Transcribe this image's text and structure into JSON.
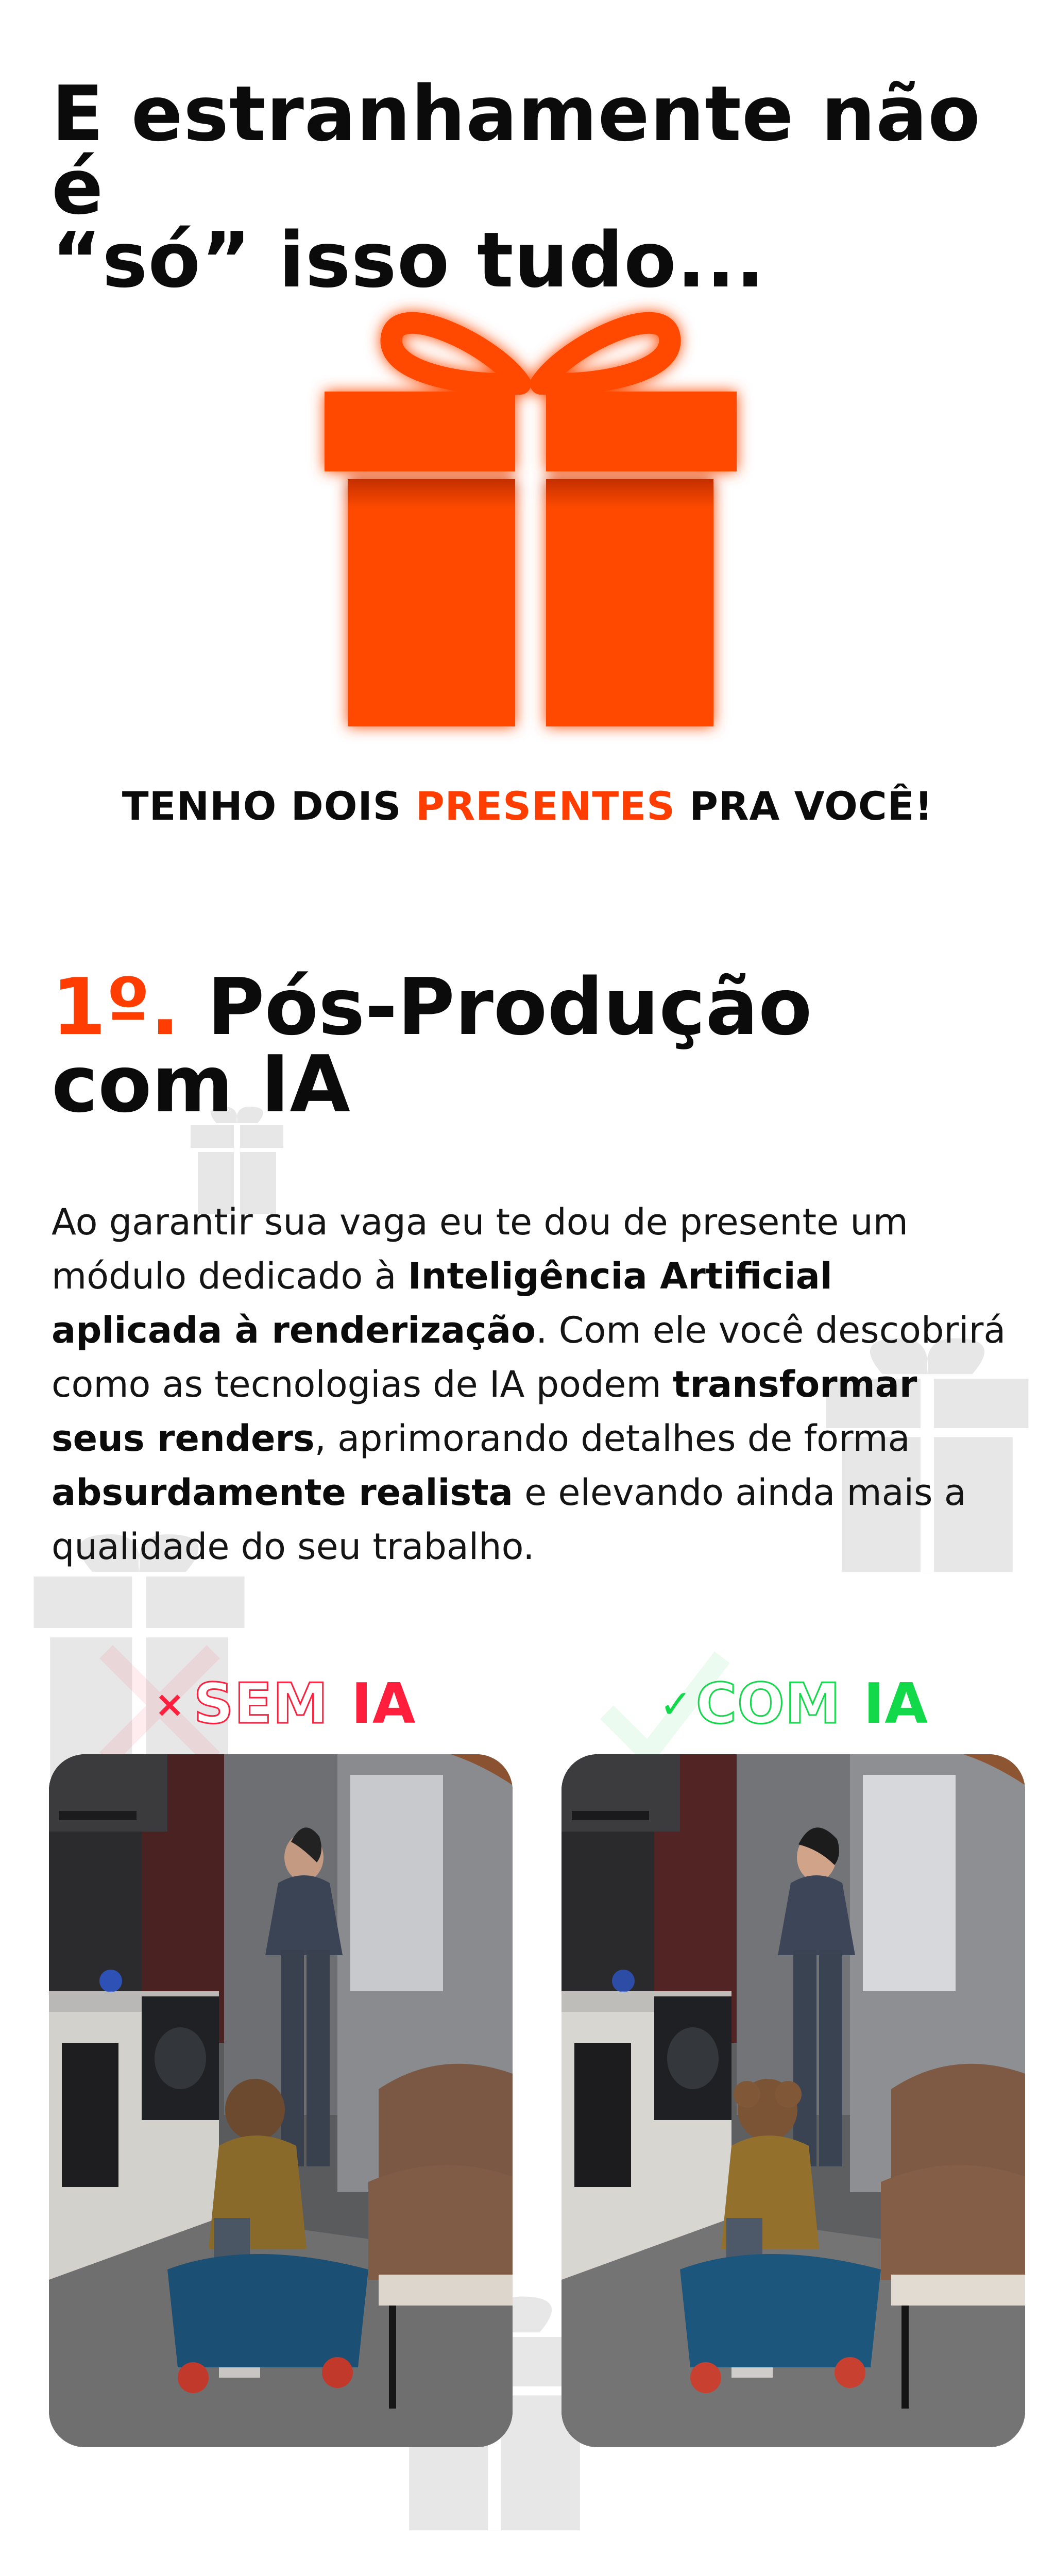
{
  "hero": {
    "title_line1": "E estranhamente não é",
    "title_line2": "“só” isso tudo..."
  },
  "gifts_line": {
    "before": "TENHO DOIS ",
    "highlight": "PRESENTES",
    "after": " PRA VOCÊ!"
  },
  "section": {
    "number": "1º.",
    "title_line1": " Pós-Produção",
    "title_line2": "com IA"
  },
  "body": {
    "p1": "Ao garantir sua vaga eu te dou de presente um módulo dedicado à ",
    "b1": "Inteligência Artificial aplicada à renderização",
    "p2": ". Com ele você descobrirá como as tecnologias de IA podem ",
    "b2": "transformar seus renders",
    "p3": ", aprimorando detalhes de forma ",
    "b3": "absurdamente realista",
    "p4": " e elevando ainda mais a qualidade do seu trabalho."
  },
  "comparison": {
    "without": {
      "mark": "×",
      "word": "SEM",
      "ia": "IA"
    },
    "with": {
      "mark": "✓",
      "word": "COM",
      "ia": "IA"
    }
  },
  "colors": {
    "accent": "#ff3d00",
    "negative": "#ff1f3d",
    "positive": "#12d94a"
  },
  "icons": [
    "gift-icon",
    "ghost-gift-icon",
    "x-mark-icon",
    "check-mark-icon"
  ]
}
